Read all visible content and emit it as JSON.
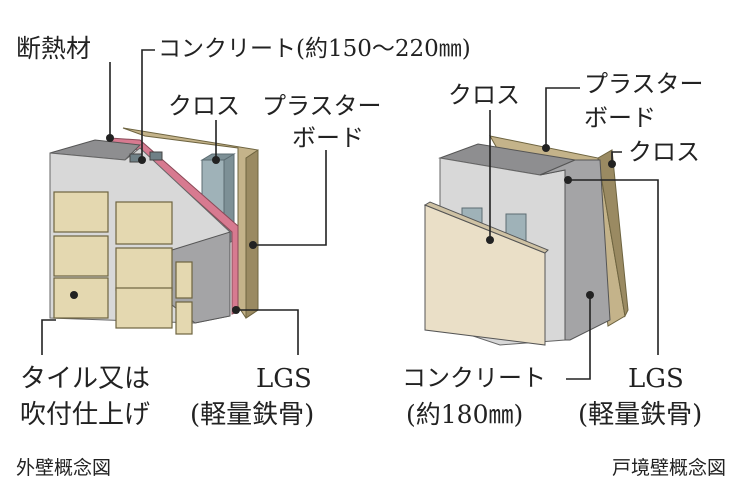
{
  "colors": {
    "concrete_face": "#d8d8d8",
    "concrete_side": "#a4a4a6",
    "concrete_top": "#8e8e90",
    "tile_face": "#e4d8b0",
    "tile_edge": "#6e6440",
    "insulation": "#d77a90",
    "board": "#c4b38a",
    "board_dark": "#9a8a62",
    "steel": "#9fb2b8",
    "cloth_panel": "#eadfc7",
    "leader": "#222222"
  },
  "exterior_wall": {
    "caption": "外壁概念図",
    "insulation_label": "断熱材",
    "concrete_label": "コンクリート(約150～220㎜)",
    "cloth_label": "クロス",
    "plaster_label_1": "プラスター",
    "plaster_label_2": "ボード",
    "tile_label_1": "タイル又は",
    "tile_label_2": "吹付仕上げ",
    "lgs_label_1": "LGS",
    "lgs_label_2": "(軽量鉄骨)"
  },
  "partition_wall": {
    "caption": "戸境壁概念図",
    "cloth_left_label": "クロス",
    "plaster_label_1": "プラスター",
    "plaster_label_2": "ボード",
    "cloth_right_label": "クロス",
    "concrete_label_1": "コンクリート",
    "concrete_label_2": "(約180㎜)",
    "lgs_label_1": "LGS",
    "lgs_label_2": "(軽量鉄骨)"
  }
}
